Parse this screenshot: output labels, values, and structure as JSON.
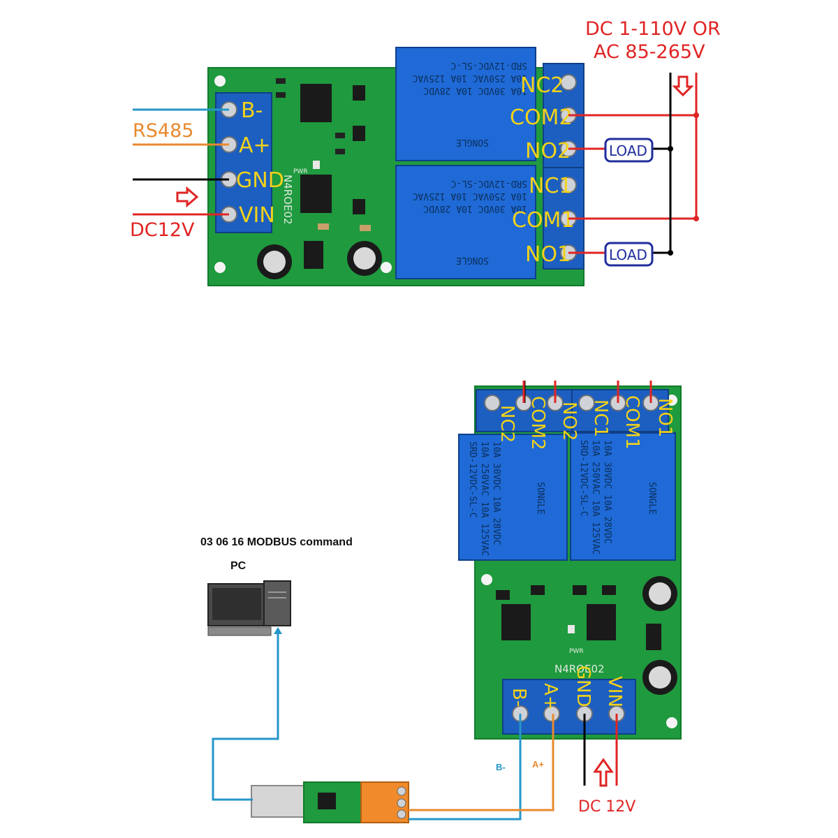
{
  "top": {
    "power_line1": "DC 1-110V OR",
    "power_line2": "AC 85-265V",
    "rs485_label": "RS485",
    "dc_label": "DC12V",
    "left_pins": [
      "B-",
      "A+",
      "GND",
      "VIN"
    ],
    "right_pins": [
      "NC2",
      "COM2",
      "NO2",
      "NC1",
      "COM1",
      "NO1"
    ],
    "load_labels": [
      "LOAD",
      "LOAD"
    ],
    "board_id": "N4ROE02",
    "relay_lines": [
      "SRD-12VDC-SL-C",
      "10A 250VAC  10A 125VAC",
      "10A 30VDC  10A 28VDC"
    ],
    "relay_brand": "SONGLE",
    "pwr_mark": "PWR"
  },
  "bottom": {
    "command_caption": "03 06 16 MODBUS command",
    "pc_caption": "PC",
    "top_pins": [
      "NC2",
      "COM2",
      "NO2",
      "NC1",
      "COM1",
      "NO1"
    ],
    "bottom_pins": [
      "B-",
      "A+",
      "GND",
      "VIN"
    ],
    "board_id": "N4ROE02",
    "b_minus": "B-",
    "a_plus": "A+",
    "dc_label": "DC 12V",
    "pwr_mark": "PWR"
  },
  "colors": {
    "pcb": "#1f9a3e",
    "terminal": "#1d5fc0",
    "relay": "#1f6ad6",
    "wire_red": "#e02424",
    "wire_blue": "#2596c9",
    "wire_orange": "#e8892e",
    "wire_black": "#000000",
    "pin_text": "#f2d21a",
    "load_border": "#1f2d9c"
  },
  "icons": [
    "arrow-right-icon",
    "arrow-down-icon",
    "arrow-up-icon",
    "pc-icon",
    "usb-adapter-icon"
  ]
}
